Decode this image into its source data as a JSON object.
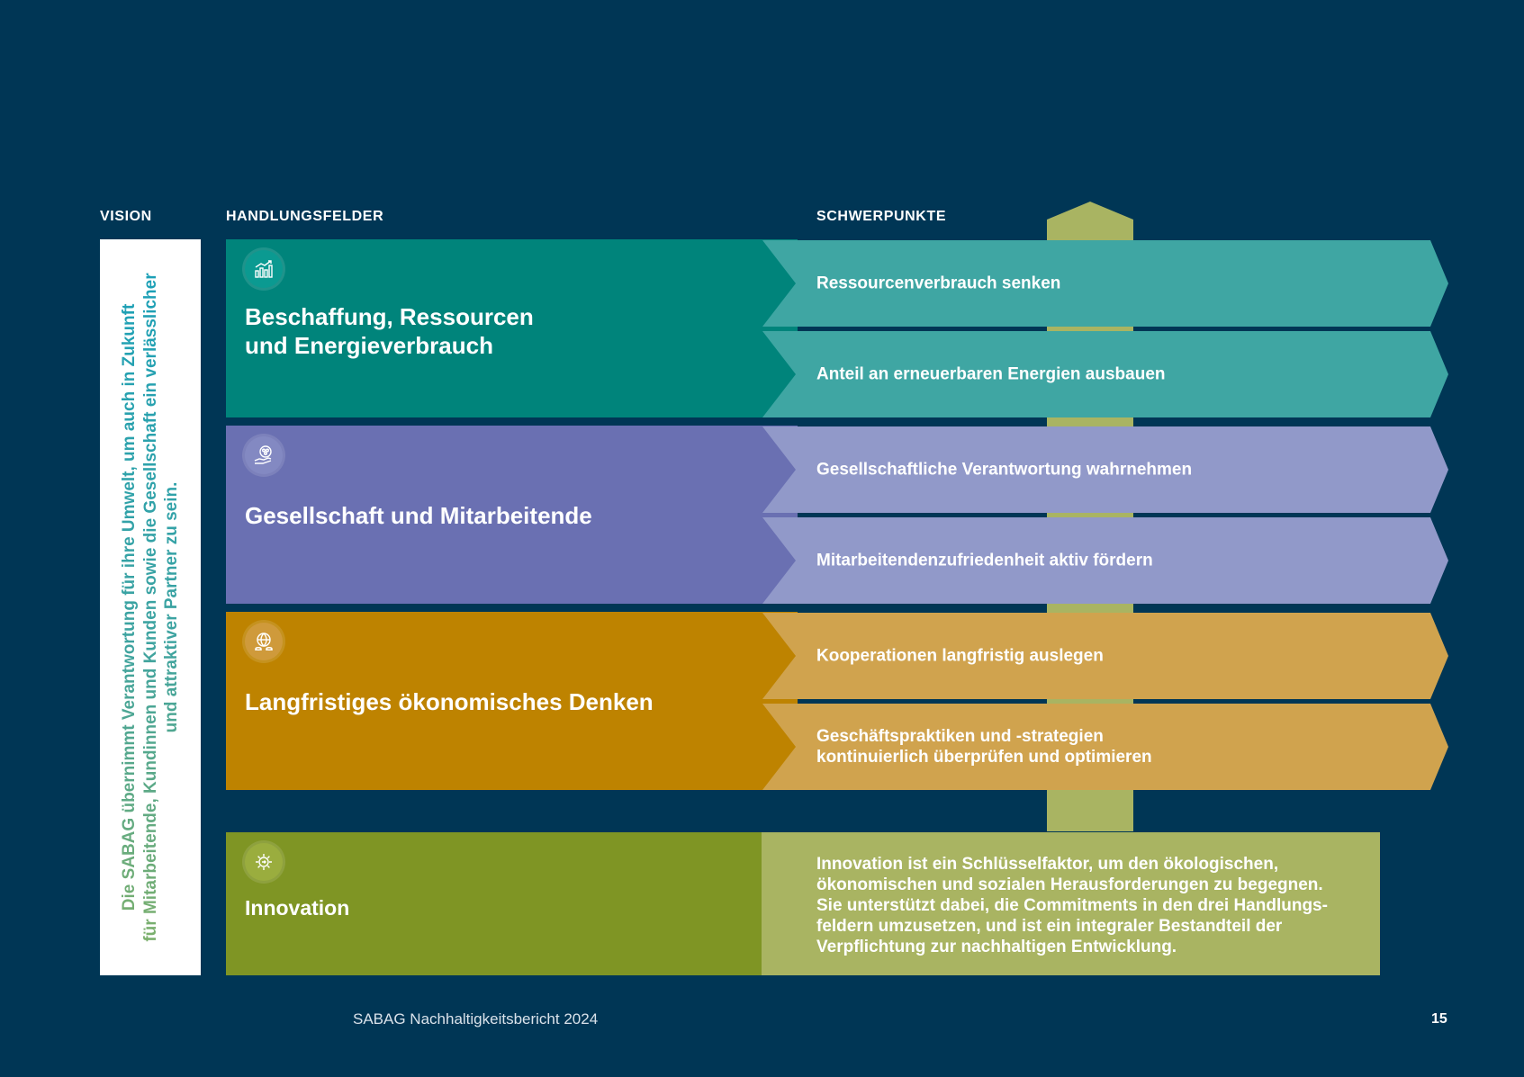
{
  "headers": {
    "vision": "VISION",
    "handlungsfelder": "HANDLUNGSFELDER",
    "schwerpunkte": "SCHWERPUNKTE"
  },
  "vision": {
    "line1": "Die SABAG übernimmt Verantwortung für ihre Umwelt, um auch in Zukunft",
    "line2": "für Mitarbeitende, Kundinnen und Kunden sowie die Gesellschaft ein verlässlicher",
    "line3": "und attraktiver Partner zu sein."
  },
  "fields": [
    {
      "title_line1": "Beschaffung, Ressourcen",
      "title_line2": "und Energieverbrauch",
      "icon": "bar-chart-growth-icon",
      "color": "#00847b",
      "focus_color": "#3fa6a3",
      "focus": [
        "Ressourcenverbrauch senken",
        "Anteil an erneuerbaren Energien ausbauen"
      ]
    },
    {
      "title": "Gesellschaft und Mitarbeitende",
      "icon": "hand-with-people-icon",
      "color": "#6a70b2",
      "focus_color": "#9199c9",
      "focus": [
        "Gesellschaftliche Verantwortung wahrnehmen",
        "Mitarbeitendenzufriedenheit aktiv fördern"
      ]
    },
    {
      "title": "Langfristiges ökonomisches Denken",
      "icon": "globe-with-coins-icon",
      "color": "#be8300",
      "focus_color": "#d0a34e",
      "focus": [
        "Kooperationen langfristig auslegen",
        "Geschäftspraktiken und -strategien",
        "kontinuierlich überprüfen und optimieren"
      ]
    },
    {
      "title": "Innovation",
      "icon": "gear-with-arrow-icon",
      "color": "#7f9524",
      "focus_color": "#a9b462",
      "description": [
        "Innovation ist ein Schlüsselfaktor, um den ökologischen,",
        "ökonomischen und sozialen Herausforderungen zu begegnen.",
        "Sie unterstützt dabei, die Commitments in den drei Handlungs-",
        "feldern umzusetzen, und ist ein integraler Bestandteil der",
        "Verpflichtung zur nachhaltigen Entwicklung."
      ]
    }
  ],
  "footer": {
    "report_title": "SABAG Nachhaltigkeitsbericht 2024",
    "page_number": "15"
  }
}
